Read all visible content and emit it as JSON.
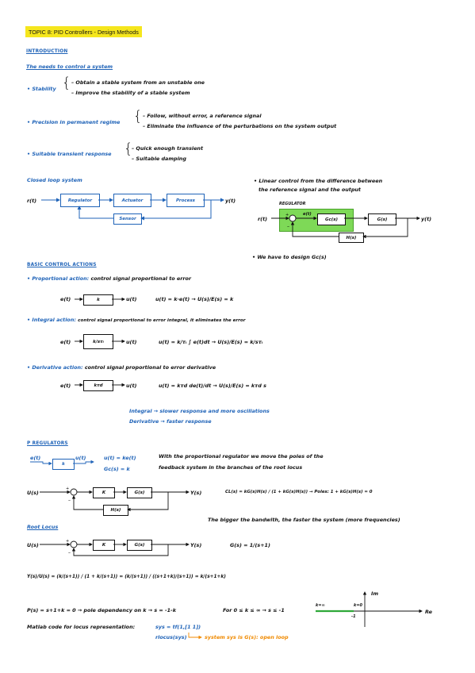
{
  "title": "TOPIC 8: PID Controllers - Design Methods",
  "intro": {
    "heading": "INTRODUCTION",
    "subheading": "The needs to control a system",
    "stability": {
      "label": "Stability",
      "items": [
        "Obtain a stable system from an unstable one",
        "Improve the stability of a stable system"
      ]
    },
    "precision": {
      "label": "Precision in permanent regime",
      "items": [
        "Follow, without error, a reference signal",
        "Eliminate the influence of the perturbations on the system output"
      ]
    },
    "transient": {
      "label": "Suitable transient response",
      "items": [
        "Quick enough transient",
        "Suitable damping"
      ]
    }
  },
  "closed_loop": {
    "title": "Closed loop system",
    "input": "r(t)",
    "output": "y(t)",
    "blocks": [
      "Regulator",
      "Actuator",
      "Process",
      "Sensor"
    ]
  },
  "linear_control": {
    "text1": "Linear control from the difference between",
    "text2": "the reference signal and the output",
    "regulator_label": "REGULATOR",
    "input": "r(t)",
    "error": "e(t)",
    "gc": "Gc(s)",
    "g": "G(s)",
    "h": "H(s)",
    "output": "y(t)",
    "note": "We have to design Gc(s)"
  },
  "basic": {
    "heading": "BASIC CONTROL ACTIONS",
    "proportional": {
      "label": "Proportional action",
      "desc": "control signal proportional to error",
      "in": "e(t)",
      "block": "k",
      "out": "u(t)",
      "eq": "u(t) = k·e(t) → U(s)/E(s) = k"
    },
    "integral": {
      "label": "Integral action",
      "desc": "control signal proportional to error integral, it eliminates the error",
      "in": "e(t)",
      "block": "k/sτᵢ",
      "out": "u(t)",
      "eq": "u(t) = k/τᵢ ∫ e(t)dt → U(s)/E(s) = k/sτᵢ"
    },
    "derivative": {
      "label": "Derivative action",
      "desc": "control signal proportional to error derivative",
      "in": "e(t)",
      "block": "kτd",
      "out": "u(t)",
      "eq": "u(t) = kτd de(t)/dt → U(s)/E(s) = kτd s"
    },
    "note1": "Integral → slower response and more oscillations",
    "note2": "Derivative → faster response"
  },
  "p_reg": {
    "heading": "P REGULATORS",
    "in": "e(t)",
    "block": "k",
    "out": "u(t)",
    "eq1": "u(t) = ke(t)",
    "eq2": "Gc(s) = k",
    "desc1": "With the proportional regulator we move the poles of the",
    "desc2": "feedback system in the branches of the root locus",
    "loop_in": "U(s)",
    "loop_k": "K",
    "loop_g": "G(s)",
    "loop_h": "H(s)",
    "loop_out": "Y(s)",
    "cl_eq": "CL(s) = kG(s)H(s) / (1 + kG(s)H(s)) → Poles: 1 + kG(s)H(s) = 0",
    "bandwidth": "The bigger the bandwith, the faster the system (more frequencies)"
  },
  "root_locus": {
    "heading": "Root Locus",
    "in": "U(s)",
    "k": "K",
    "g": "G(s)",
    "out": "Y(s)",
    "g_def": "G(s) = 1/(s+1)",
    "frac_eq": "Y(s)/U(s) = (k/(s+1)) / (1 + k/(s+1)) = (k/(s+1)) / ((s+1+k)/(s+1)) = k/(s+1+k)",
    "pole_eq": "P(s) = s+1+k = 0 → pole dependency on k → s = -1-k",
    "range": "For 0 ≤ k ≤ ∞ → s ≤ -1",
    "axis_im": "Im",
    "axis_re": "Re",
    "k_inf": "k=∞",
    "k_zero": "k=0",
    "minus_one": "-1",
    "matlab_label": "Matlab code for locus representation:",
    "code1": "sys = tf(1,[1 1])",
    "code2": "rlocus(sys)",
    "code_note": "system sys is G(s): open loop"
  }
}
